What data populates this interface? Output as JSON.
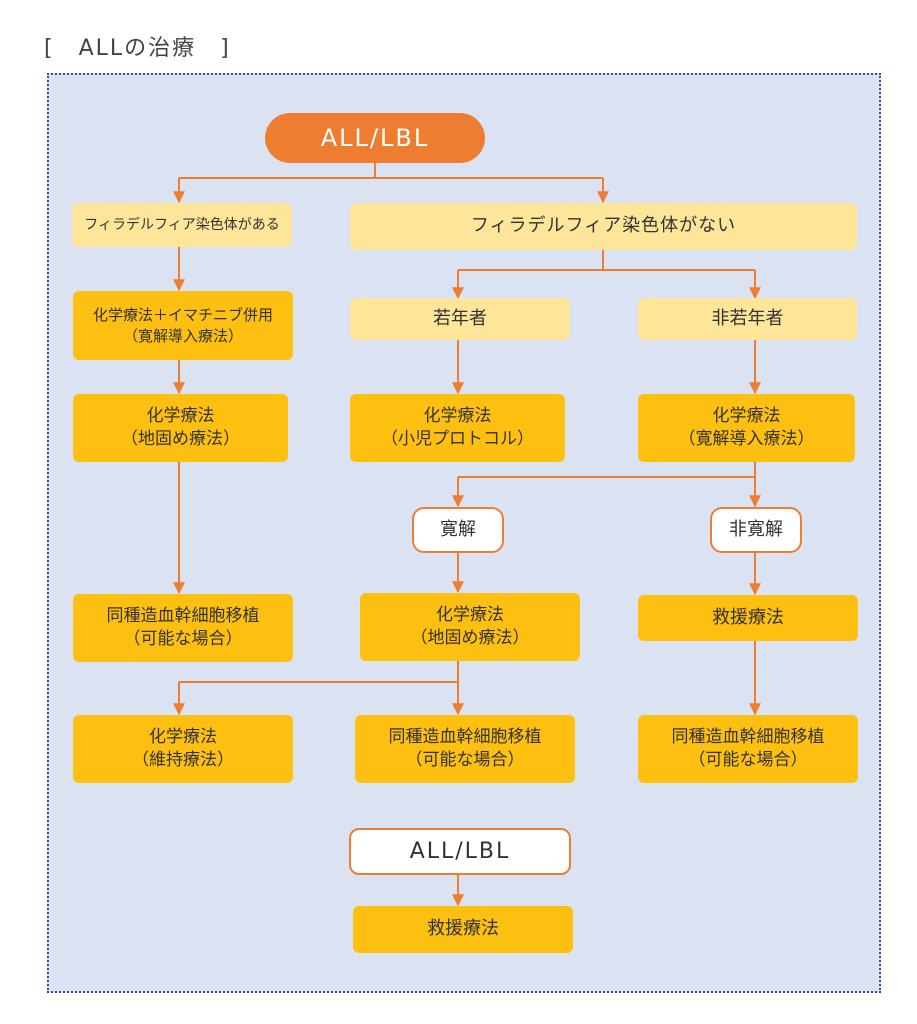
{
  "title": "[　ALLの治療　]",
  "nodes": {
    "root": "ALL/LBL",
    "ph_pos": "フィラデルフィア染色体がある",
    "ph_neg": "フィラデルフィア染色体がない",
    "young": "若年者",
    "nonyoung": "非若年者",
    "a_imatinib_1": "化学療法＋イマチニブ併用",
    "a_imatinib_2": "（寛解導入療法）",
    "a_consol_1": "化学療法",
    "a_consol_2": "（地固め療法）",
    "a_sct_1": "同種造血幹細胞移植",
    "a_sct_2": "（可能な場合）",
    "y_chemo_1": "化学療法",
    "y_chemo_2": "（小児プロトコル）",
    "n_chemo_1": "化学療法",
    "n_chemo_2": "（寛解導入療法）",
    "remission": "寛解",
    "non_remission": "非寛解",
    "m_consol_1": "化学療法",
    "m_consol_2": "（地固め療法）",
    "salvage": "救援療法",
    "maint_1": "化学療法",
    "maint_2": "（維持療法）",
    "m_sct_1": "同種造血幹細胞移植",
    "m_sct_2": "（可能な場合）",
    "r_sct_1": "同種造血幹細胞移植",
    "r_sct_2": "（可能な場合）",
    "relapse": "ALL/LBL",
    "relapse_salvage": "救援療法"
  },
  "colors": {
    "root": "#ed7d31",
    "condition": "#fde59a",
    "treatment": "#fdbf10",
    "connector": "#ed7d31",
    "frame_bg": "#dbe3f3",
    "frame_border": "#3a4f8a"
  }
}
